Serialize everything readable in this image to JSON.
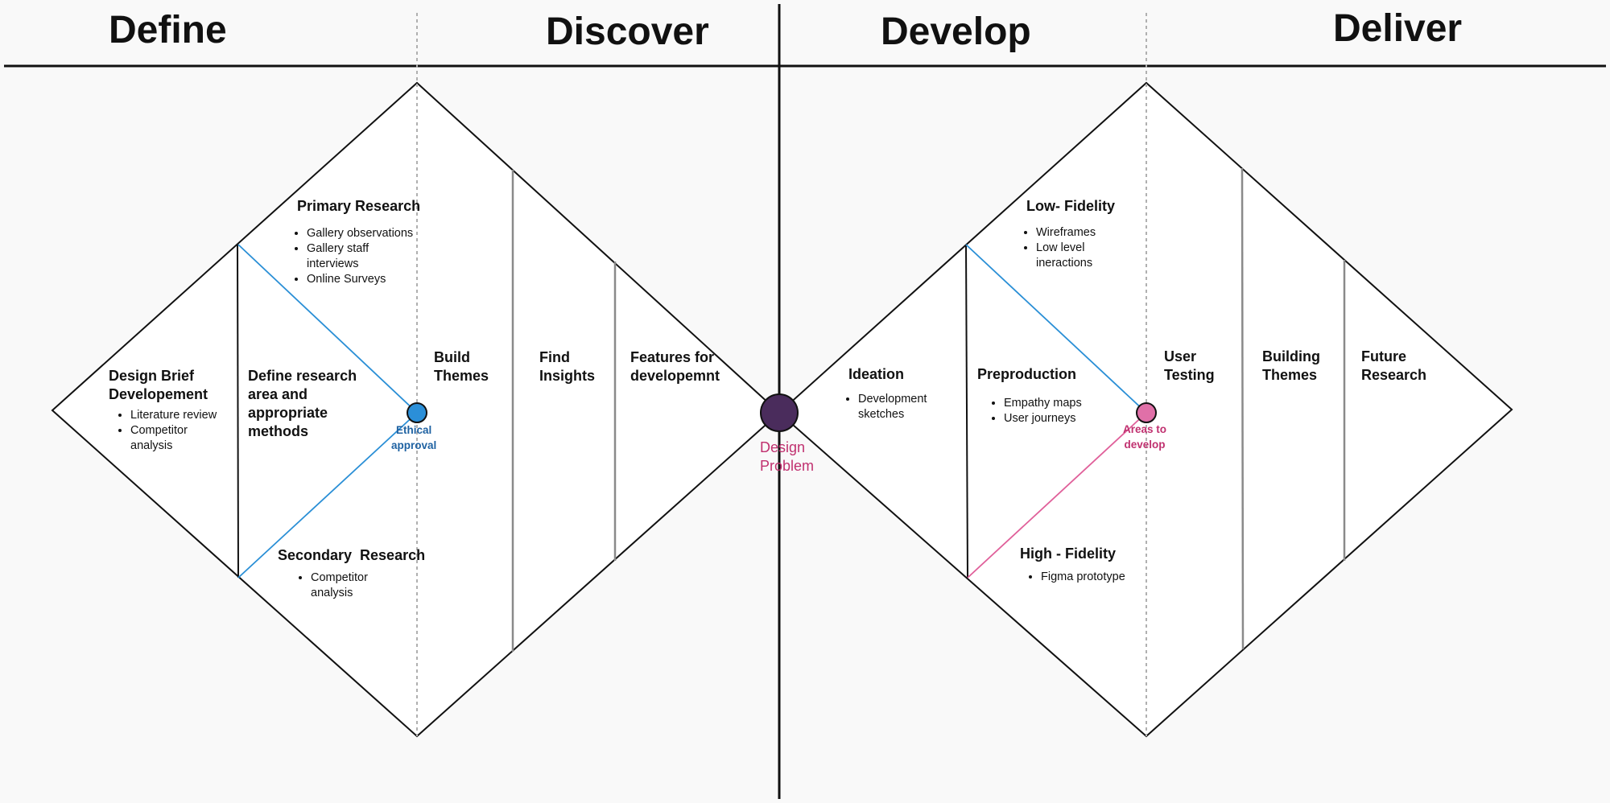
{
  "phases": {
    "define": "Define",
    "discover": "Discover",
    "develop": "Develop",
    "deliver": "Deliver"
  },
  "left_diamond": {
    "design_brief": {
      "title": [
        "Design Brief",
        "Developement"
      ],
      "bullets": [
        "Literature review",
        [
          "Competitor",
          "analysis"
        ]
      ]
    },
    "define_research": [
      "Define research",
      "area and",
      "appropriate",
      "methods"
    ],
    "primary_research": {
      "title": "Primary Research",
      "bullets": [
        "Gallery observations",
        [
          "Gallery staff",
          "interviews"
        ],
        "Online Surveys"
      ]
    },
    "secondary_research": {
      "title": "Secondary  Research",
      "bullets": [
        [
          "Competitor",
          "analysis"
        ]
      ]
    },
    "ethical_approval": [
      "Ethical",
      "approval"
    ],
    "build_themes": [
      "Build",
      "Themes"
    ],
    "find_insights": [
      "Find",
      "Insights"
    ],
    "features": [
      "Features for",
      "developemnt"
    ]
  },
  "center": {
    "design_problem": [
      "Design",
      "Problem"
    ]
  },
  "right_diamond": {
    "ideation": {
      "title": "Ideation",
      "bullets": [
        [
          "Development",
          "sketches"
        ]
      ]
    },
    "preproduction": {
      "title": "Preproduction",
      "bullets": [
        "Empathy maps",
        "User journeys"
      ]
    },
    "low_fidelity": {
      "title": "Low- Fidelity",
      "bullets": [
        "Wireframes",
        [
          "Low level",
          "ineractions"
        ]
      ]
    },
    "high_fidelity": {
      "title": "High - Fidelity",
      "bullets": [
        "Figma prototype"
      ]
    },
    "areas_to_develop": [
      "Areas to",
      "develop"
    ],
    "user_testing": [
      "User",
      "Testing"
    ],
    "building_themes": [
      "Building",
      "Themes"
    ],
    "future_research": [
      "Future",
      "Research"
    ]
  },
  "colors": {
    "background": "#f9f9f9",
    "line": "#111111",
    "divider_gray": "#8a8a8a",
    "dotted_gray": "#b0b0b0",
    "blue_line": "#2a8fd6",
    "blue_node": "#2b8fd8",
    "pink_line": "#e0609a",
    "pink_node": "#e070a8",
    "pink_text": "#c0306f",
    "blue_text": "#1f62a2",
    "center_node": "#4a2c5c"
  }
}
